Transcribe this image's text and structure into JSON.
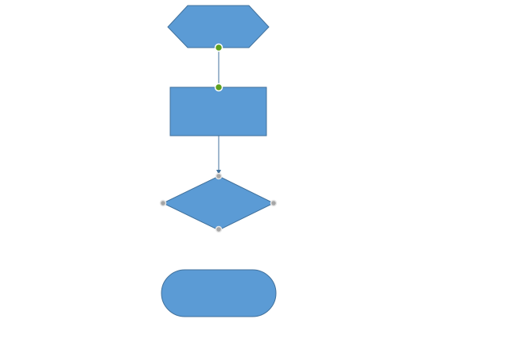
{
  "colors": {
    "shape_fill": "#5b9bd5",
    "shape_stroke": "#41719c",
    "connector": "#41719c",
    "handle_selected": "#5fa01f",
    "handle_selected_ring": "#ffffff",
    "handle_idle": "#a6a6a6",
    "handle_idle_ring": "#e6e6e6",
    "background": "#ffffff"
  },
  "shapes": [
    {
      "id": "hexagon",
      "kind": "preparation",
      "label": ""
    },
    {
      "id": "rectangle",
      "kind": "process",
      "label": ""
    },
    {
      "id": "diamond",
      "kind": "decision",
      "label": ""
    },
    {
      "id": "terminator",
      "kind": "terminator",
      "label": ""
    }
  ],
  "connectors": [
    {
      "from": "hexagon",
      "to": "rectangle",
      "state": "selected"
    },
    {
      "from": "rectangle",
      "to": "diamond",
      "state": "idle"
    }
  ]
}
